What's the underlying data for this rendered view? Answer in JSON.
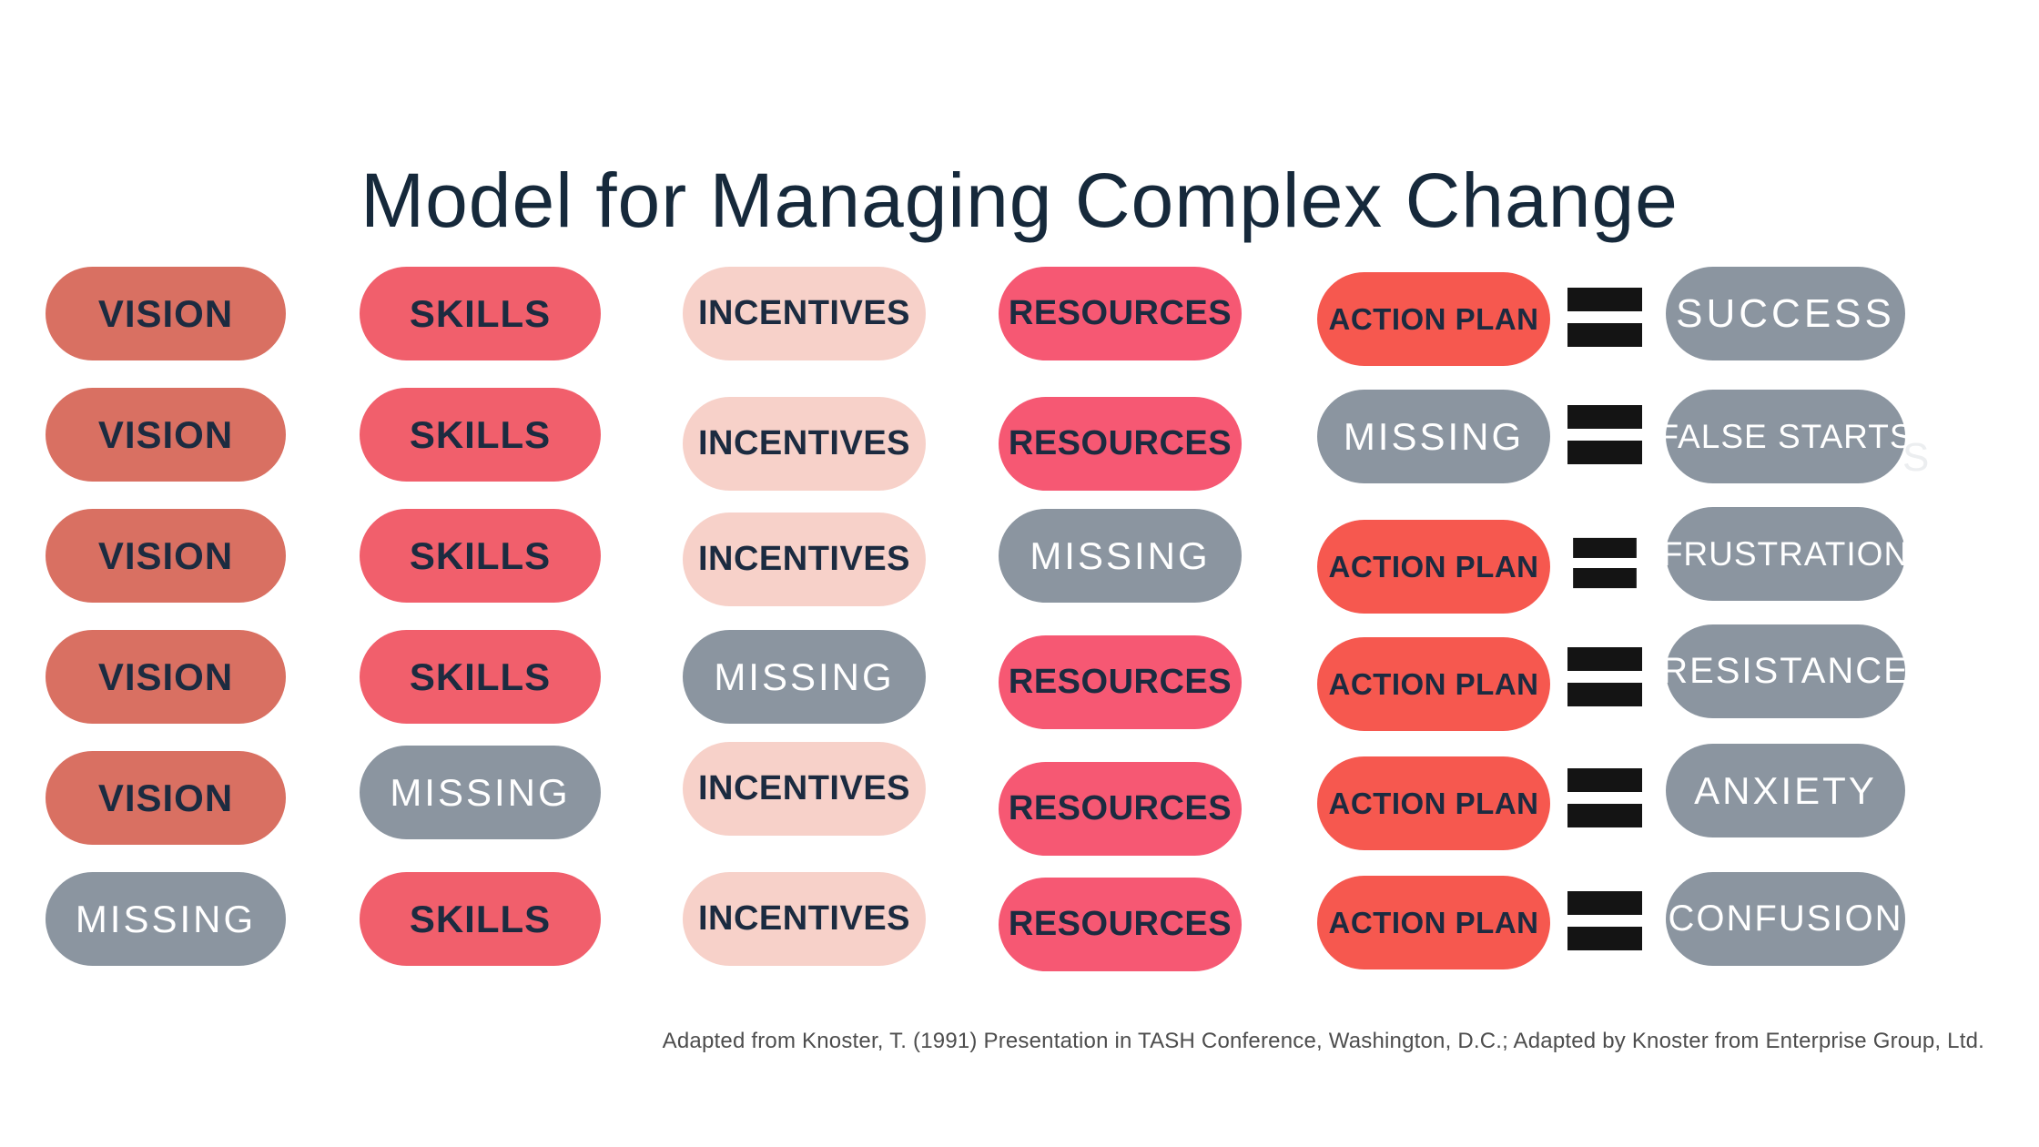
{
  "title": "Model for Managing Complex Change",
  "footer": "Adapted from Knoster, T. (1991) Presentation in TASH Conference, Washington, D.C.; Adapted by Knoster from Enterprise Group, Ltd.",
  "ghost_letter": "S",
  "colors": {
    "vision": "#D97062",
    "skills": "#F15F6C",
    "incentives": "#F7D1C9",
    "resources": "#F65873",
    "action": "#F6584F",
    "missing": "#8B95A0",
    "result": "#8B95A0",
    "equals": "#141414",
    "title_text": "#16293B",
    "dark_text": "#1C2B40",
    "light_text": "#FFFFFF"
  },
  "rows": [
    {
      "cells": [
        {
          "label": "VISION"
        },
        {
          "label": "SKILLS"
        },
        {
          "label": "INCENTIVES"
        },
        {
          "label": "RESOURCES"
        },
        {
          "label": "ACTION PLAN"
        }
      ],
      "result": {
        "label": "SUCCESS"
      }
    },
    {
      "cells": [
        {
          "label": "VISION"
        },
        {
          "label": "SKILLS"
        },
        {
          "label": "INCENTIVES"
        },
        {
          "label": "RESOURCES"
        },
        {
          "label": "MISSING"
        }
      ],
      "result": {
        "label": "FALSE STARTS"
      }
    },
    {
      "cells": [
        {
          "label": "VISION"
        },
        {
          "label": "SKILLS"
        },
        {
          "label": "INCENTIVES"
        },
        {
          "label": "MISSING"
        },
        {
          "label": "ACTION PLAN"
        }
      ],
      "result": {
        "label": "FRUSTRATION"
      }
    },
    {
      "cells": [
        {
          "label": "VISION"
        },
        {
          "label": "SKILLS"
        },
        {
          "label": "MISSING"
        },
        {
          "label": "RESOURCES"
        },
        {
          "label": "ACTION PLAN"
        }
      ],
      "result": {
        "label": "RESISTANCE"
      }
    },
    {
      "cells": [
        {
          "label": "VISION"
        },
        {
          "label": "MISSING"
        },
        {
          "label": "INCENTIVES"
        },
        {
          "label": "RESOURCES"
        },
        {
          "label": "ACTION PLAN"
        }
      ],
      "result": {
        "label": "ANXIETY"
      }
    },
    {
      "cells": [
        {
          "label": "MISSING"
        },
        {
          "label": "SKILLS"
        },
        {
          "label": "INCENTIVES"
        },
        {
          "label": "RESOURCES"
        },
        {
          "label": "ACTION PLAN"
        }
      ],
      "result": {
        "label": "CONFUSION"
      }
    }
  ]
}
